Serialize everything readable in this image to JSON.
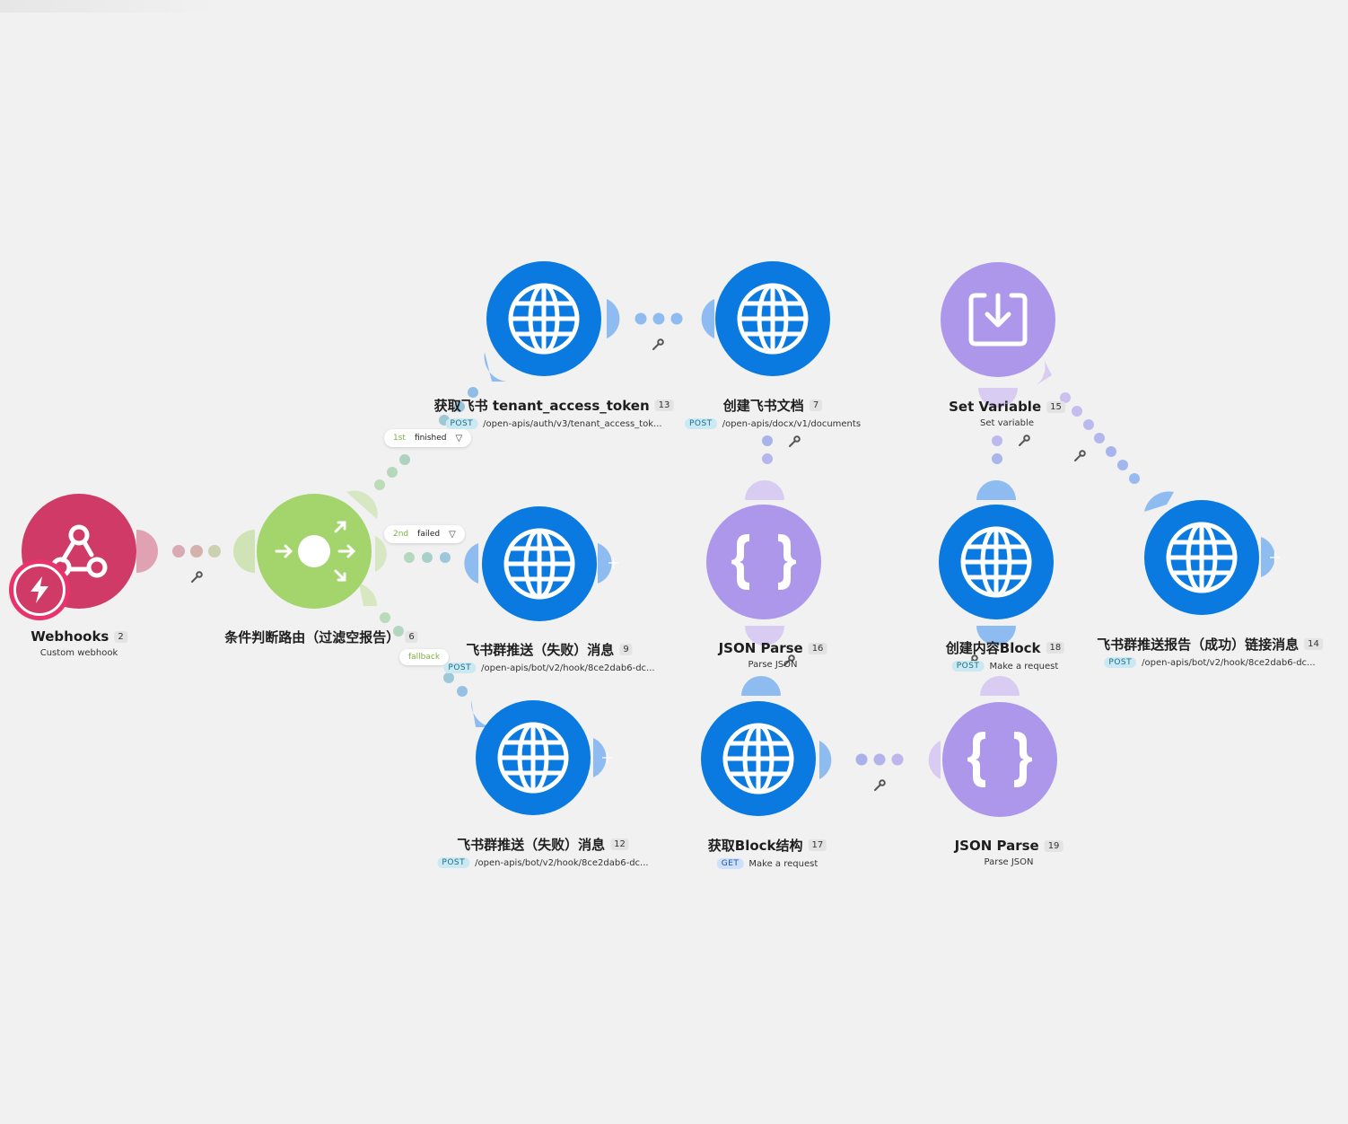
{
  "colors": {
    "canvas": "#f1f1f1",
    "http_blue": "#0a7ae0",
    "json_purple": "#ad97ea",
    "router_green": "#a4d46c",
    "webhook_red": "#cf3a67",
    "trigger_red": "#e8336c"
  },
  "icons": {
    "http": "globe-icon",
    "json": "curly-braces-icon",
    "router": "router-arrows-icon",
    "webhook": "webhook-icon",
    "set_variable": "download-tray-icon",
    "trigger": "lightning-bolt-icon",
    "settings": "wrench-icon",
    "filter": "filter-funnel-icon",
    "add": "plus-icon"
  },
  "nodes": {
    "webhooks": {
      "title": "Webhooks",
      "id": "2",
      "subtitle": "Custom webhook"
    },
    "router": {
      "title": "条件判断路由（过滤空报告）",
      "id": "6"
    },
    "get_token": {
      "title": "获取飞书 tenant_access_token",
      "id": "13",
      "method": "POST",
      "subtitle": "/open-apis/auth/v3/tenant_access_tok..."
    },
    "create_doc": {
      "title": "创建飞书文档",
      "id": "7",
      "method": "POST",
      "subtitle": "/open-apis/docx/v1/documents"
    },
    "set_variable": {
      "title": "Set Variable",
      "id": "15",
      "subtitle": "Set variable"
    },
    "push_fail_9": {
      "title": "飞书群推送（失败）消息",
      "id": "9",
      "method": "POST",
      "subtitle": "/open-apis/bot/v2/hook/8ce2dab6-dc..."
    },
    "json_parse_16": {
      "title": "JSON Parse",
      "id": "16",
      "subtitle": "Parse JSON"
    },
    "create_block": {
      "title": "创建内容Block",
      "id": "18",
      "method": "POST",
      "subtitle": "Make a request"
    },
    "push_success": {
      "title": "飞书群推送报告（成功）链接消息",
      "id": "14",
      "method": "POST",
      "subtitle": "/open-apis/bot/v2/hook/8ce2dab6-dc..."
    },
    "push_fail_12": {
      "title": "飞书群推送（失败）消息",
      "id": "12",
      "method": "POST",
      "subtitle": "/open-apis/bot/v2/hook/8ce2dab6-dc..."
    },
    "get_block": {
      "title": "获取Block结构",
      "id": "17",
      "method": "GET",
      "subtitle": "Make a request"
    },
    "json_parse_19": {
      "title": "JSON Parse",
      "id": "19",
      "subtitle": "Parse JSON"
    }
  },
  "routes": {
    "r1": {
      "order": "1st",
      "name": "finished"
    },
    "r2": {
      "order": "2nd",
      "name": "failed"
    },
    "r3": {
      "name": "fallback"
    }
  }
}
